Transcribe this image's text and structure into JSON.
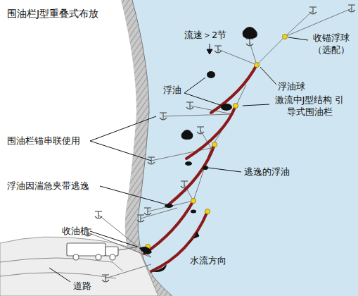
{
  "diagram": {
    "title": "围油栏J型重叠式布放",
    "labels": [
      "流速＞2节",
      "收锚浮球 （选配）",
      "浮油球",
      "浮油",
      "激流中J型结构 引导式围油栏",
      "围油栏锚串联使用",
      "逃逸的浮油",
      "浮油因湍急夹带逃逸",
      "收油机",
      "水流方向",
      "道路"
    ]
  }
}
